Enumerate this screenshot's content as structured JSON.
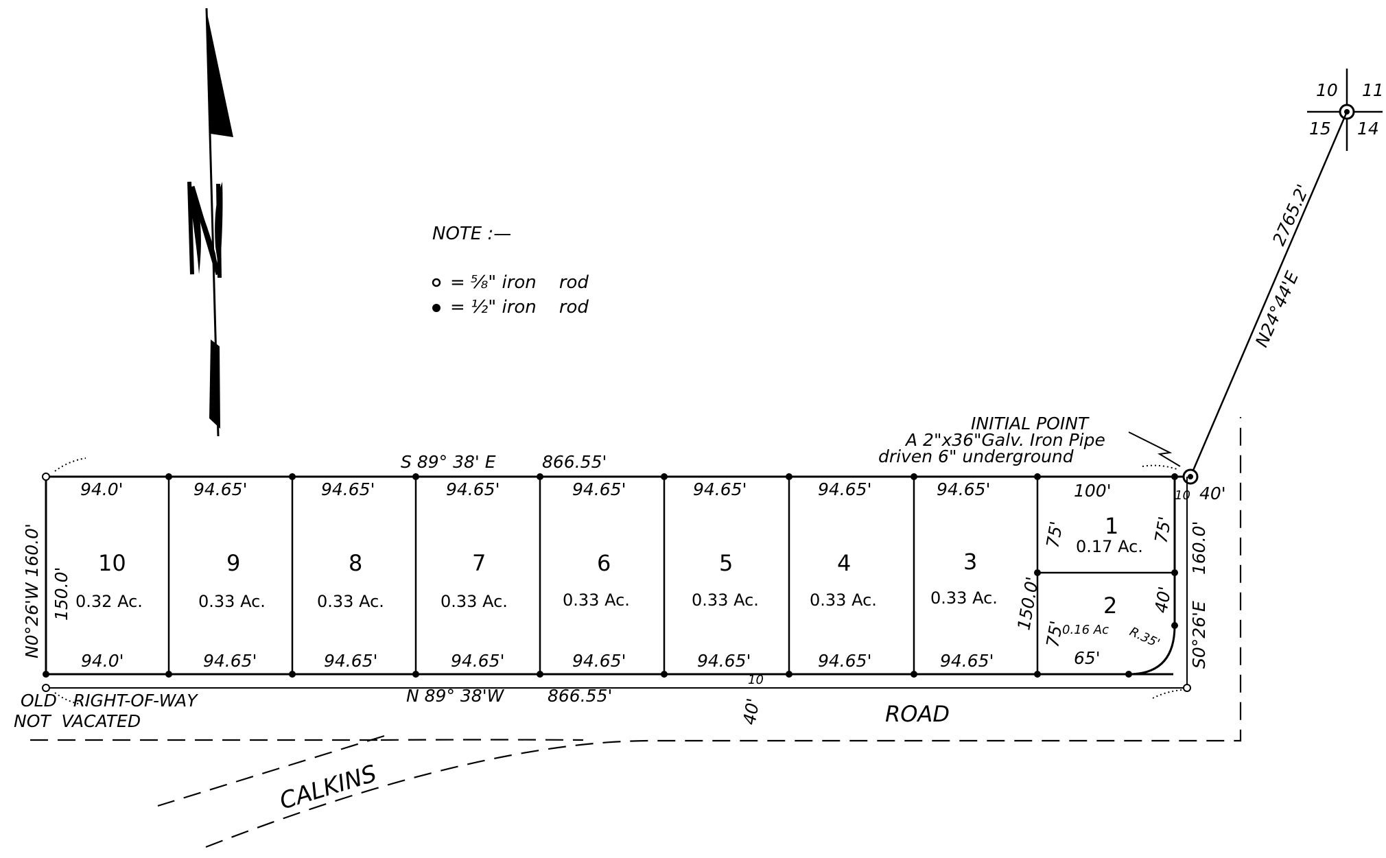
{
  "note": {
    "title": "NOTE :—",
    "iron_rod_5_8": "= ⅝\" iron    rod",
    "iron_rod_1_2": "= ½\" iron    rod"
  },
  "north_arrow": {
    "label": "N",
    "icon": "north-arrow-icon"
  },
  "section_corner": {
    "nw": "10",
    "ne": "11",
    "sw": "15",
    "se": "14"
  },
  "tie_line": {
    "distance": "2765.2'",
    "bearing": "N24°44'E"
  },
  "initial_point": {
    "line1": "INITIAL POINT",
    "line2": "A 2\"x36\"Galv. Iron Pipe",
    "line3": "driven  6\" underground"
  },
  "boundary": {
    "north_bearing": "S 89° 38' E",
    "north_distance": "866.55'",
    "south_bearing": "N 89° 38'W",
    "south_distance": "866.55'",
    "west_bearing": "N0°26'W 160.0'",
    "west_inner": "150.0'",
    "east_distance": "160.0'",
    "east_bearing": "S0°26'E",
    "east_row": "40'",
    "tiny_10_top": "10",
    "tiny_10_bottom": "10"
  },
  "lots": [
    {
      "num": "10",
      "acres": "0.32 Ac.",
      "top": "94.0'",
      "bottom": "94.0'"
    },
    {
      "num": "9",
      "acres": "0.33 Ac.",
      "top": "94.65'",
      "bottom": "94.65'"
    },
    {
      "num": "8",
      "acres": "0.33 Ac.",
      "top": "94.65'",
      "bottom": "94.65'"
    },
    {
      "num": "7",
      "acres": "0.33 Ac.",
      "top": "94.65'",
      "bottom": "94.65'"
    },
    {
      "num": "6",
      "acres": "0.33 Ac.",
      "top": "94.65'",
      "bottom": "94.65'"
    },
    {
      "num": "5",
      "acres": "0.33 Ac.",
      "top": "94.65'",
      "bottom": "94.65'"
    },
    {
      "num": "4",
      "acres": "0.33 Ac.",
      "top": "94.65'",
      "bottom": "94.65'"
    },
    {
      "num": "3",
      "acres": "0.33 Ac.",
      "top": "94.65'",
      "bottom": "94.65'"
    }
  ],
  "lot1": {
    "num": "1",
    "acres": "0.17 Ac.",
    "top": "100'",
    "left": "75'",
    "right": "75'"
  },
  "lot2": {
    "num": "2",
    "acres": "0.16 Ac",
    "radius": "R.35'",
    "left": "75'",
    "right": "40'",
    "bottom": "65'"
  },
  "lot3_side": "150.0'",
  "road": {
    "old_row_1": "OLD   RIGHT-OF-WAY",
    "old_row_2": "NOT  VACATED",
    "name": "ROAD",
    "width": "40'",
    "calkins": "CALKINS"
  }
}
